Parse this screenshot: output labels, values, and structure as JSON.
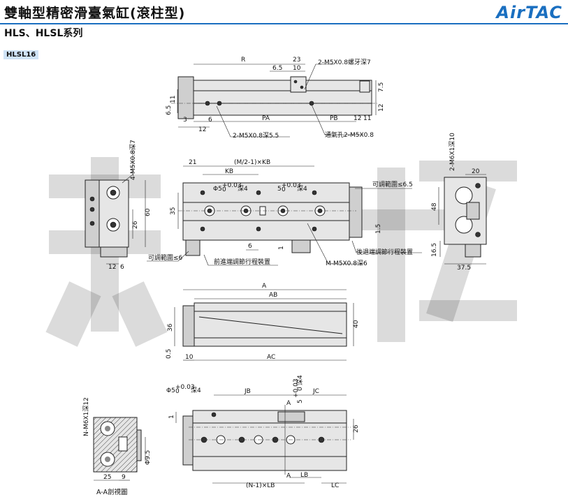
{
  "header": {
    "title": "雙軸型精密滑臺氣缸(滾柱型)",
    "subtitle": "HLS、HLSL系列",
    "logo": "AirTAC",
    "model_tag": "HLSL16",
    "colors": {
      "accent": "#1a6fc0",
      "tag_bg": "#cfe3f6"
    }
  },
  "watermark": "米宏",
  "top_view": {
    "R": "R",
    "d23": "23",
    "d65": "6.5",
    "d10": "10",
    "thread_top": "2-M5X0.8螺牙深7",
    "d75": "7.5",
    "d12r": "12",
    "d11": "11",
    "d65l": "6.5",
    "d3": "3",
    "d12b": "12",
    "d6": "6",
    "PA": "PA",
    "PB": "PB",
    "d12c": "12",
    "d11b": "11",
    "thread_bottom": "2-M5X0.8深5.5",
    "vent": "通氣孔2-M5X0.8"
  },
  "middle_view": {
    "d21": "21",
    "pitch": "(M/2-1)×KB",
    "KB": "KB",
    "hole1": "Φ5",
    "tol1": "+0.03",
    "tol1b": "0",
    "depth1": "深4",
    "hole2": "5",
    "tol2": "+0.03",
    "tol2b": "0",
    "depth2": "深4",
    "adj_range_r": "可調範圍≤6.5",
    "d35": "35",
    "d15": "1.5",
    "d6": "6",
    "d1": "1",
    "rear_adj": "後退端調節行程裝置",
    "mthread": "M-M5X0.8深6",
    "adj_range_l": "可調範圍≤6",
    "front_adj": "前進端調節行程裝置"
  },
  "left_side": {
    "thread": "4-M5X0.8深7",
    "d60": "60",
    "d26": "26",
    "d12": "12",
    "d6": "6"
  },
  "right_side": {
    "thread": "2-M6X1深10",
    "d20": "20",
    "d48": "48",
    "d165": "16.5",
    "d375": "37.5"
  },
  "front_view": {
    "A": "A",
    "AB": "AB",
    "d36": "36",
    "d40": "40",
    "d05": "0.5",
    "d10": "10",
    "AC": "AC"
  },
  "bottom_view": {
    "hole": "Φ5",
    "tol": "+0.03",
    "tolb": "0",
    "depth": "深4",
    "JB": "JB",
    "JC": "JC",
    "A1": "A",
    "A2": "A",
    "d5": "5",
    "d5tol": "+0.03",
    "d5tolb": "0",
    "d5depth": "深4",
    "d1": "1",
    "d26": "26",
    "pitch": "(N-1)×LB",
    "LB": "LB",
    "LC": "LC"
  },
  "section_view": {
    "thread": "N-M6X1深12",
    "d95": "Φ9.5",
    "d25": "25",
    "d9": "9",
    "caption": "A-A剖視圖"
  }
}
